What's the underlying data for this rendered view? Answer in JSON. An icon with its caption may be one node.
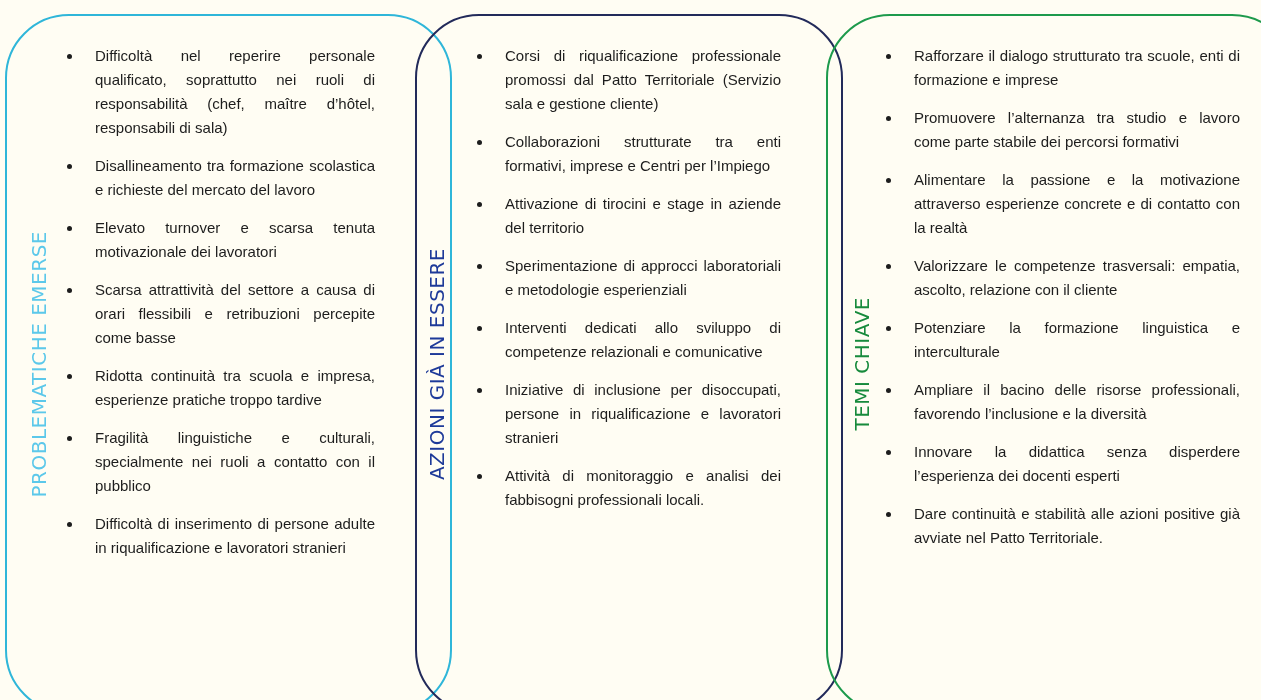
{
  "diagram": {
    "nodes": [
      {
        "text": [
          "PROBLEMATICHE EMERSE",
          "Difficoltà nel reperire personale qualificato, soprattutto nei ruoli di responsabilità (chef, maître d’hôtel, responsabili di sala)",
          "Disallineamento tra formazione scolastica e richieste del mercato del lavoro",
          "Elevato turnover e scarsa tenuta motivazionale dei lavoratori",
          "Scarsa attrattività del settore a causa di orari flessibili e retribuzioni percepite come basse",
          "Ridotta continuità tra scuola e impresa, esperienze pratiche troppo tardive",
          "Fragilità linguistiche e culturali, specialmente nei ruoli a contatto con il pubblico",
          "Difficoltà di inserimento di persone adulte in riqualificazione e lavoratori stranieri"
        ]
      },
      {
        "text": [
          "AZIONI GIÀ IN ESSERE",
          "Corsi di riqualificazione professionale promossi dal Patto Territoriale (Servizio sala e gestione cliente)",
          "Collaborazioni strutturate tra enti formativi, imprese e Centri per l’Impiego",
          "Attivazione di tirocini e stage in aziende del territorio",
          "Sperimentazione di approcci laboratoriali e metodologie esperienziali",
          "Interventi dedicati allo sviluppo di competenze relazionali e comunicative",
          "Iniziative di inclusione per disoccupati, persone in riqualificazione e lavoratori stranieri",
          "Attività di monitoraggio e analisi dei fabbisogni professionali locali."
        ]
      },
      {
        "text": [
          "TEMI CHIAVE",
          "Rafforzare il dialogo strutturato tra scuole, enti di formazione e imprese",
          "Promuovere l’alternanza tra studio e lavoro come parte stabile dei percorsi formativi",
          "Alimentare la passione e la motivazione attraverso esperienze concrete e di contatto con la realtà",
          "Valorizzare le competenze trasversali: empatia, ascolto, relazione con il cliente",
          "Potenziare la formazione linguistica e interculturale",
          "Ampliare il bacino delle risorse professionali, favorendo l’inclusione e la diversità",
          "Innovare la didattica senza disperdere l’esperienza dei docenti esperti",
          "Dare continuità e stabilità alle azioni positive già avviate nel Patto Territoriale."
        ]
      }
    ]
  }
}
